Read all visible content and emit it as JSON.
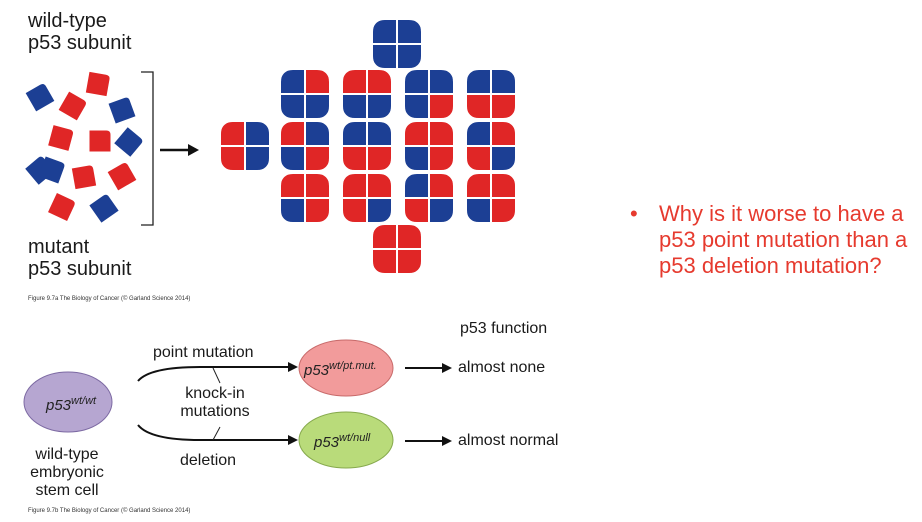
{
  "part_a": {
    "label_wild_type": "wild-type\np53 subunit",
    "label_mutant": "mutant\np53 subunit",
    "caption": "Figure 9.7a The Biology of Cancer (© Garland Science 2014)",
    "colors": {
      "wild_type": "#1c3f94",
      "mutant": "#e02626"
    },
    "subunit_pieces": [
      {
        "color": "mutant"
      },
      {
        "color": "wild_type"
      },
      {
        "color": "mutant"
      },
      {
        "color": "wild_type"
      },
      {
        "color": "mutant"
      },
      {
        "color": "mutant"
      },
      {
        "color": "wild_type"
      },
      {
        "color": "wild_type"
      },
      {
        "color": "wild_type"
      },
      {
        "color": "mutant"
      },
      {
        "color": "mutant"
      },
      {
        "color": "mutant"
      },
      {
        "color": "wild_type"
      }
    ],
    "tetramer_rows": [
      [
        [
          "W",
          "W",
          "W",
          "W"
        ]
      ],
      [
        [
          "W",
          "R",
          "W",
          "W"
        ],
        [
          "R",
          "R",
          "W",
          "W"
        ],
        [
          "W",
          "W",
          "W",
          "R"
        ],
        [
          "W",
          "W",
          "R",
          "R"
        ]
      ],
      [
        [
          "R",
          "W",
          "R",
          "W"
        ],
        [
          "R",
          "W",
          "W",
          "R"
        ],
        [
          "W",
          "W",
          "R",
          "R"
        ],
        [
          "R",
          "R",
          "W",
          "R"
        ],
        [
          "W",
          "R",
          "R",
          "W"
        ]
      ],
      [
        [
          "R",
          "R",
          "W",
          "R"
        ],
        [
          "R",
          "R",
          "R",
          "W"
        ],
        [
          "W",
          "R",
          "R",
          "W"
        ],
        [
          "R",
          "R",
          "W",
          "R"
        ]
      ],
      [
        [
          "R",
          "R",
          "R",
          "R"
        ]
      ]
    ]
  },
  "part_b": {
    "function_header": "p53 function",
    "start_genotype": {
      "base": "p53",
      "sup": "wt/wt"
    },
    "start_caption": "wild-type\nembryonic\nstem cell",
    "upper_path_label": "point mutation",
    "middle_label": "knock-in\nmutations",
    "lower_path_label": "deletion",
    "upper_genotype": {
      "base": "p53",
      "sup": "wt/pt.mut."
    },
    "lower_genotype": {
      "base": "p53",
      "sup": "wt/null"
    },
    "upper_result": "almost none",
    "lower_result": "almost normal",
    "caption": "Figure 9.7b The Biology of Cancer (© Garland Science 2014)",
    "colors": {
      "start": "#b6a6d1",
      "upper": "#f29b9b",
      "lower": "#b9db7a"
    }
  },
  "question": {
    "bullet": "•",
    "text": "Why is it worse to have a p53 point mutation than a p53 deletion mutation?"
  }
}
